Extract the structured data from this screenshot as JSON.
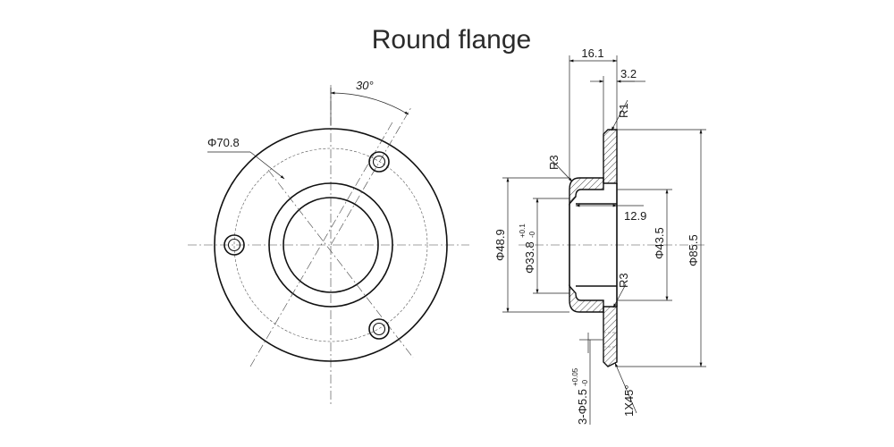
{
  "title": "Round flange",
  "front_view": {
    "angle_label": "30°",
    "bolt_circle_label": "Φ70.8"
  },
  "side_view": {
    "total_depth": "16.1",
    "flange_thickness": "3.2",
    "outer_radius": "R1",
    "inner_radius_top": "R3",
    "inner_radius_bottom": "R3",
    "neck_depth": "12.9",
    "neck_outer_dia": "Φ48.9",
    "bore_dia": "Φ33.8",
    "bore_tol_upper": "+0.1",
    "bore_tol_lower": "-0",
    "neck_inner_dia": "Φ43.5",
    "flange_outer_dia": "Φ85.5",
    "hole_spec": "3-Φ5.5",
    "hole_tol_upper": "+0.05",
    "hole_tol_lower": "-0",
    "chamfer": "1X45°"
  }
}
